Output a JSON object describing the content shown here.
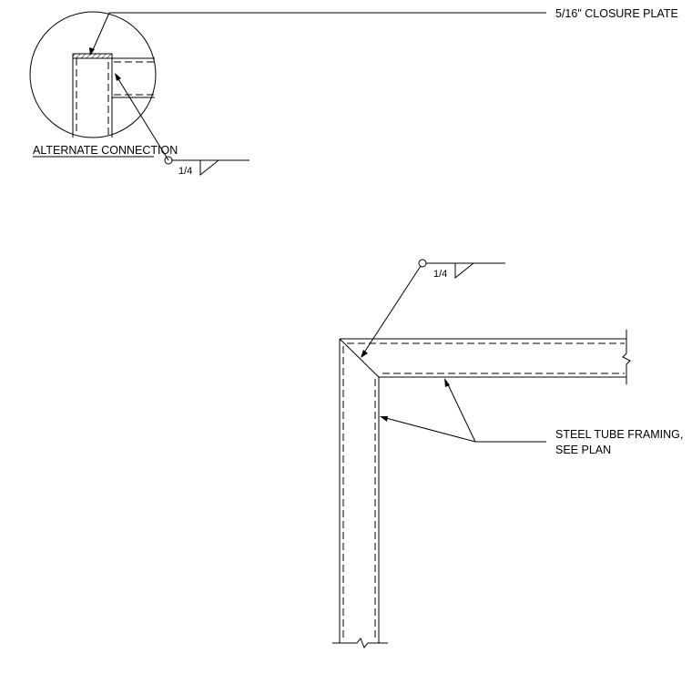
{
  "labels": {
    "closure_plate": "5/16\" CLOSURE PLATE",
    "alternate_connection": "ALTERNATE CONNECTION",
    "weld_size_top": "1/4",
    "weld_size_main": "1/4",
    "tube_framing_line1": "STEEL TUBE FRAMING,",
    "tube_framing_line2": "SEE PLAN"
  }
}
